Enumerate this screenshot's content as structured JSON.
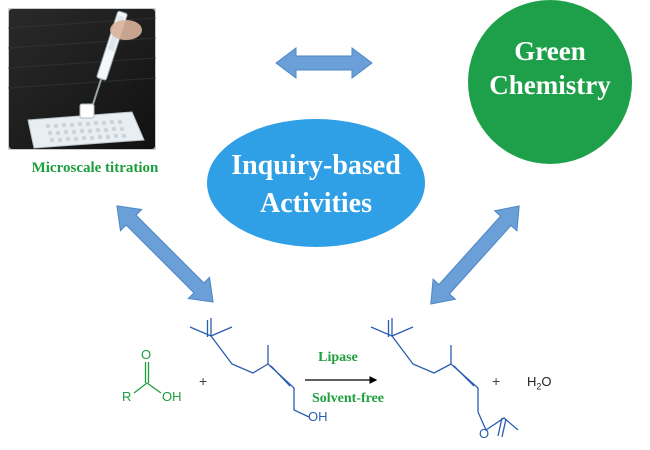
{
  "photo": {
    "label": "Microscale titration"
  },
  "bubbles": {
    "green": {
      "line1": "Green",
      "line2": "Chemistry"
    },
    "blue": {
      "line1": "Inquiry-based",
      "line2": "Activities"
    }
  },
  "reaction": {
    "acid_r": "R",
    "acid_o": "O",
    "acid_oh": "OH",
    "plus1": "+",
    "alcohol_oh": "OH",
    "condition_top": "Lipase",
    "condition_bottom": "Solvent-free",
    "plus2": "+",
    "water_h": "H",
    "water_sub": "2",
    "water_o": "O",
    "ester_o": "O"
  },
  "colors": {
    "green": "#1e9e3c",
    "blue": "#2f9fe6",
    "arrow": "#6a9fd8",
    "bond_blue": "#2a5db0"
  }
}
